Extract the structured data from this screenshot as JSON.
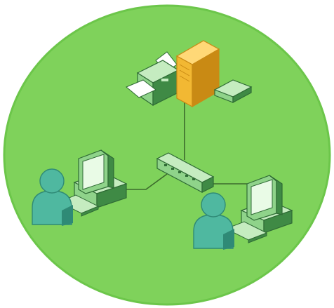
{
  "diagram": {
    "kind": "network",
    "colors": {
      "background": "#ffffff",
      "circle": "#7fd25b",
      "circle_edge": "#6cc64a",
      "link": "#3c6a2c",
      "device_fill": "#8fd38a",
      "device_light": "#c5ecc0",
      "device_dark": "#3f8a45",
      "device_outline": "#2f6b35",
      "server_fill": "#f2b833",
      "server_light": "#ffd877",
      "server_dark": "#c98a14",
      "screen": "#e9fbe6",
      "paper": "#ffffff",
      "person": "#4fb8a0",
      "person_dark": "#2f8a76"
    },
    "nodes": [
      {
        "id": "printer",
        "icon": "printer-icon"
      },
      {
        "id": "server",
        "icon": "server-tower-icon"
      },
      {
        "id": "modem",
        "icon": "modem-icon"
      },
      {
        "id": "hub",
        "icon": "network-hub-icon"
      },
      {
        "id": "workstation-left",
        "icon": "desktop-computer-icon"
      },
      {
        "id": "workstation-right",
        "icon": "desktop-computer-icon"
      },
      {
        "id": "user-left",
        "icon": "user-icon"
      },
      {
        "id": "user-right",
        "icon": "user-icon"
      }
    ],
    "links": [
      {
        "from": "server",
        "to": "hub"
      },
      {
        "from": "hub",
        "to": "workstation-left"
      },
      {
        "from": "hub",
        "to": "workstation-right"
      }
    ]
  }
}
